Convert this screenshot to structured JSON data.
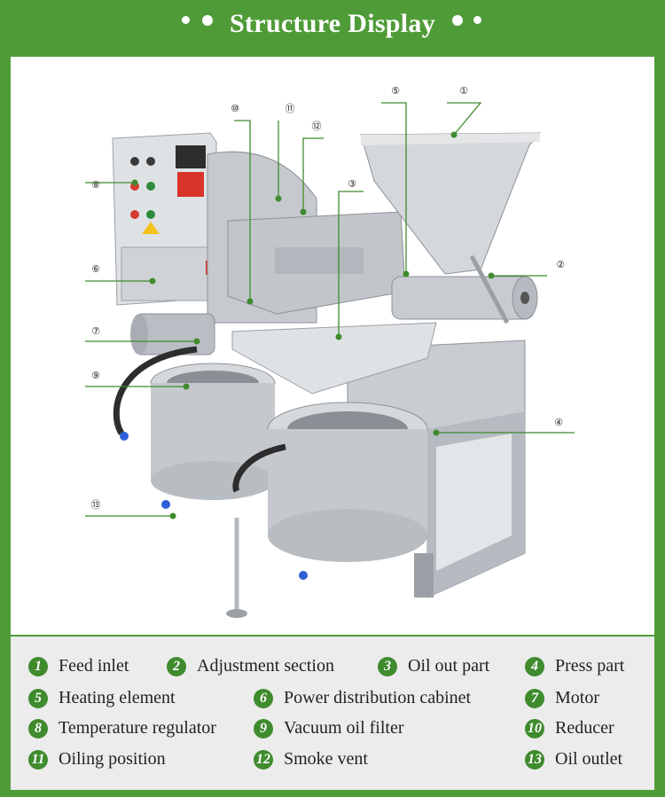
{
  "title": "Structure Display",
  "callouts": [
    {
      "n": "①"
    },
    {
      "n": "②"
    },
    {
      "n": "③"
    },
    {
      "n": "④"
    },
    {
      "n": "⑤"
    },
    {
      "n": "⑥"
    },
    {
      "n": "⑦"
    },
    {
      "n": "⑧"
    },
    {
      "n": "⑨"
    },
    {
      "n": "⑩"
    },
    {
      "n": "⑪"
    },
    {
      "n": "⑫"
    },
    {
      "n": "⑬"
    }
  ],
  "legend": [
    {
      "num": "1",
      "label": "Feed inlet"
    },
    {
      "num": "2",
      "label": "Adjustment section"
    },
    {
      "num": "3",
      "label": "Oil out part"
    },
    {
      "num": "4",
      "label": "Press part"
    },
    {
      "num": "5",
      "label": "Heating element"
    },
    {
      "num": "6",
      "label": "Power distribution cabinet"
    },
    {
      "num": "7",
      "label": "Motor"
    },
    {
      "num": "8",
      "label": "Temperature regulator"
    },
    {
      "num": "9",
      "label": "Vacuum oil filter"
    },
    {
      "num": "10",
      "label": "Reducer"
    },
    {
      "num": "11",
      "label": "Oiling position"
    },
    {
      "num": "12",
      "label": "Smoke vent"
    },
    {
      "num": "13",
      "label": "Oil outlet"
    }
  ],
  "colors": {
    "brand_green": "#4f9b38",
    "number_green": "#3f8b2e",
    "callout_line": "#3f8b2e"
  }
}
